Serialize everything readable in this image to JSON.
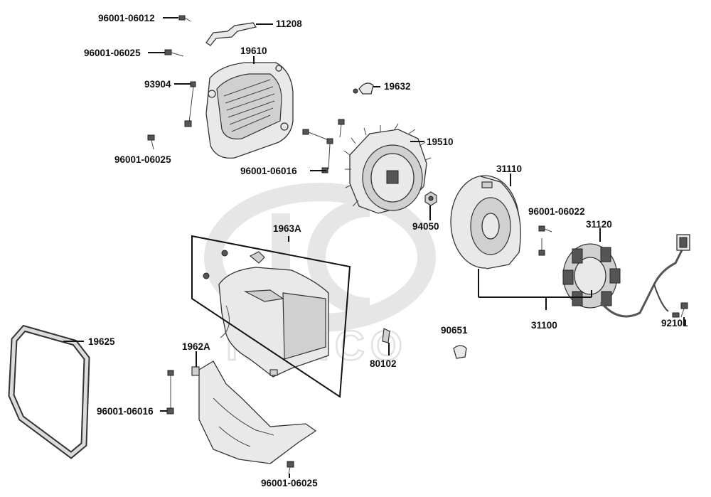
{
  "watermark": {
    "brand": "KYMCO"
  },
  "labels": {
    "l96001_06012": "96001-06012",
    "l11208": "11208",
    "l96001_06025_top": "96001-06025",
    "l19610": "19610",
    "l93904": "93904",
    "l19632": "19632",
    "l96001_06025_left": "96001-06025",
    "l19510": "19510",
    "l96001_06016_mid": "96001-06016",
    "l31110": "31110",
    "l96001_06022": "96001-06022",
    "l94050": "94050",
    "l31120": "31120",
    "l1963A": "1963A",
    "l31100": "31100",
    "l19625": "19625",
    "l90651": "90651",
    "l1962A": "1962A",
    "l80102": "80102",
    "l92101": "92101",
    "l96001_06016_low": "96001-06016",
    "l96001_06025_bottom": "96001-06025"
  }
}
